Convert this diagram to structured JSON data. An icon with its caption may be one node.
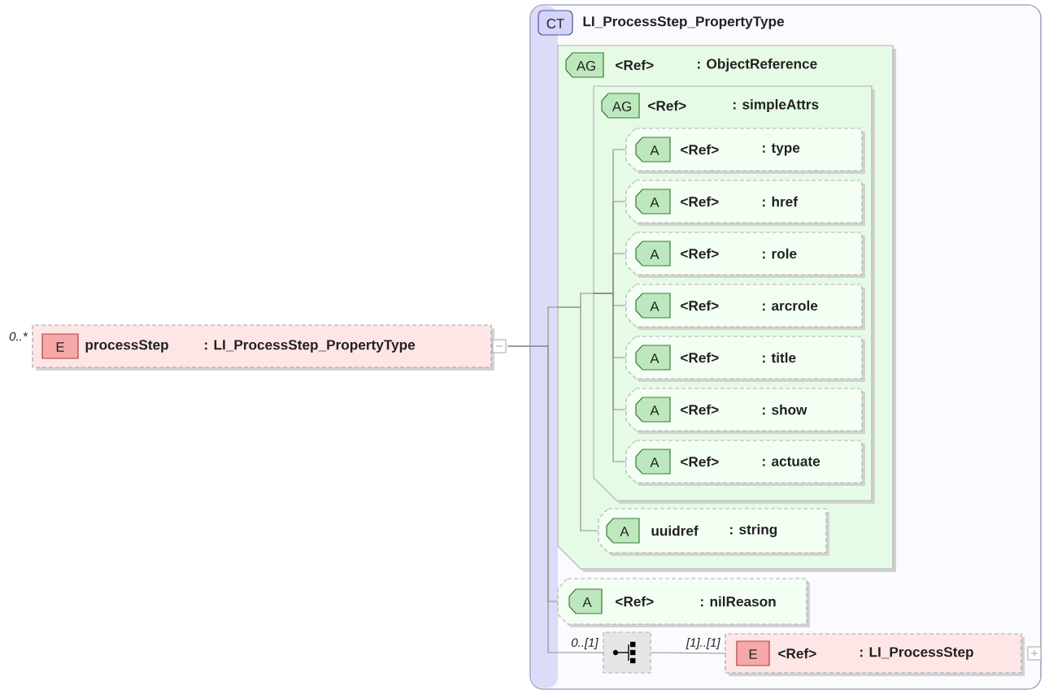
{
  "diagram": {
    "nodes": [
      {
        "text": [
          "E",
          "processStep",
          ": LI_ProcessStep_PropertyType"
        ],
        "beside": [
          "0..*"
        ]
      },
      {
        "text": [
          "CT",
          "LI_ProcessStep_PropertyType"
        ]
      },
      {
        "text": [
          "AG",
          "<Ref>",
          ": ObjectReference"
        ],
        "in": 1
      },
      {
        "text": [
          "AG",
          "<Ref>",
          ": simpleAttrs"
        ],
        "in": 2
      },
      {
        "text": [
          "A",
          "<Ref>",
          ": type"
        ],
        "in": 3
      },
      {
        "text": [
          "A",
          "<Ref>",
          ": href"
        ],
        "in": 3
      },
      {
        "text": [
          "A",
          "<Ref>",
          ": role"
        ],
        "in": 3
      },
      {
        "text": [
          "A",
          "<Ref>",
          ": arcrole"
        ],
        "in": 3
      },
      {
        "text": [
          "A",
          "<Ref>",
          ": title"
        ],
        "in": 3
      },
      {
        "text": [
          "A",
          "<Ref>",
          ": show"
        ],
        "in": 3
      },
      {
        "text": [
          "A",
          "<Ref>",
          ": actuate"
        ],
        "in": 3
      },
      {
        "text": [
          "A",
          "uuidref",
          ": string"
        ],
        "in": 2
      },
      {
        "text": [
          "A",
          "<Ref>",
          ": nilReason"
        ],
        "in": 1
      },
      {
        "text": [],
        "shape": "box",
        "in": 1,
        "beside": [
          "0..[1]"
        ]
      },
      {
        "text": [
          "E",
          "<Ref>",
          ": LI_ProcessStep"
        ],
        "in": 1,
        "beside": [
          "[1]..[1]"
        ]
      }
    ],
    "edges": [
      {
        "from": 0,
        "to": 2,
        "arrow": "none"
      },
      {
        "from": 0,
        "to": 12,
        "arrow": "none"
      },
      {
        "from": 0,
        "to": 13,
        "arrow": "none"
      },
      {
        "from": 2,
        "to": 3,
        "arrow": "none"
      },
      {
        "from": 2,
        "to": 11,
        "arrow": "none"
      },
      {
        "from": 3,
        "to": 4,
        "arrow": "none"
      },
      {
        "from": 3,
        "to": 5,
        "arrow": "none"
      },
      {
        "from": 3,
        "to": 6,
        "arrow": "none"
      },
      {
        "from": 3,
        "to": 7,
        "arrow": "none"
      },
      {
        "from": 3,
        "to": 8,
        "arrow": "none"
      },
      {
        "from": 3,
        "to": 9,
        "arrow": "none"
      },
      {
        "from": 3,
        "to": 10,
        "arrow": "none"
      },
      {
        "from": 13,
        "to": 14,
        "arrow": "none"
      }
    ]
  }
}
